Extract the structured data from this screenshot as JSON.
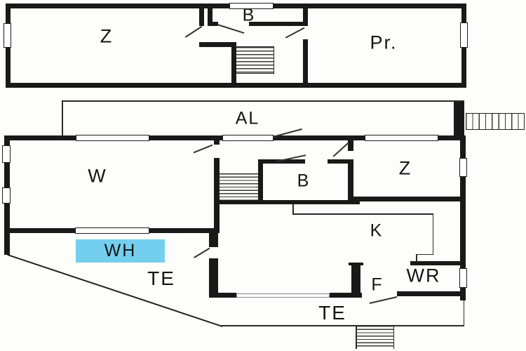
{
  "floor_plan": {
    "colors": {
      "wall": "#191919",
      "highlight": "#74cfee",
      "text": "#141414"
    },
    "upper_floor": {
      "rooms": [
        {
          "id": "z",
          "label": "Z"
        },
        {
          "id": "b",
          "label": "B"
        },
        {
          "id": "pr",
          "label": "Pr."
        }
      ]
    },
    "lower_floor": {
      "rooms": [
        {
          "id": "al",
          "label": "AL"
        },
        {
          "id": "w",
          "label": "W"
        },
        {
          "id": "b",
          "label": "B"
        },
        {
          "id": "z",
          "label": "Z"
        },
        {
          "id": "k",
          "label": "K"
        },
        {
          "id": "wh",
          "label": "WH",
          "highlighted": true
        },
        {
          "id": "te_inner",
          "label": "TE"
        },
        {
          "id": "f",
          "label": "F"
        },
        {
          "id": "wr",
          "label": "WR"
        },
        {
          "id": "te_south",
          "label": "TE"
        }
      ]
    }
  }
}
